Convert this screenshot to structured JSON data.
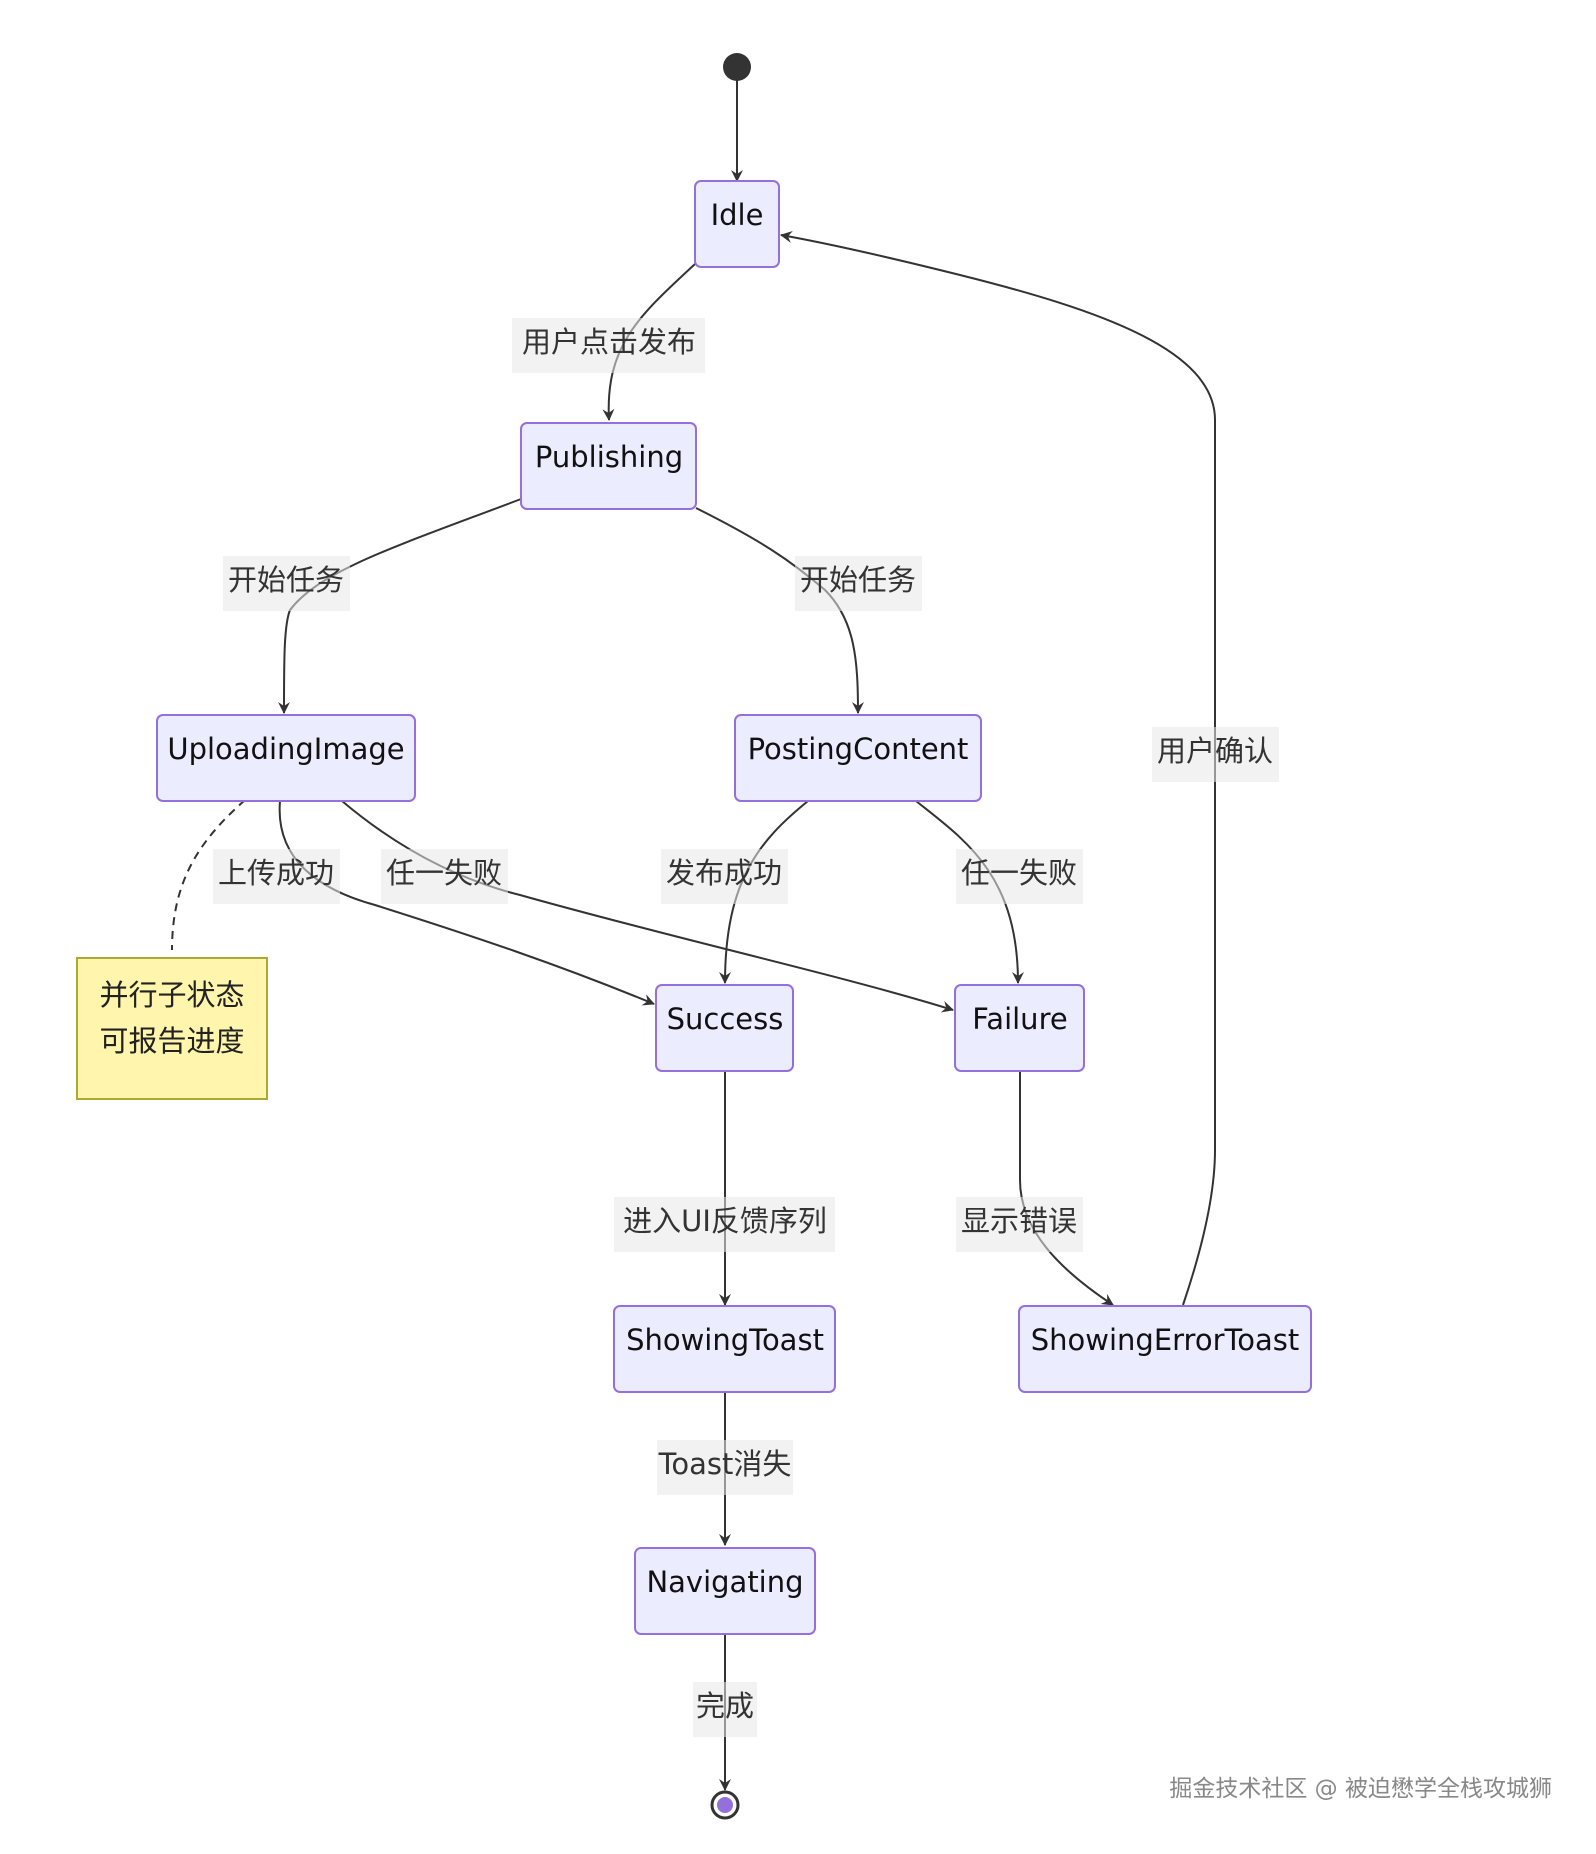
{
  "states": {
    "idle": "Idle",
    "publishing": "Publishing",
    "uploading_image": "UploadingImage",
    "posting_content": "PostingContent",
    "success": "Success",
    "failure": "Failure",
    "showing_toast": "ShowingToast",
    "showing_error_toast": "ShowingErrorToast",
    "navigating": "Navigating"
  },
  "transitions": {
    "start_to_idle": "",
    "idle_to_publishing": "用户点击发布",
    "publishing_to_uploading": "开始任务",
    "publishing_to_posting": "开始任务",
    "uploading_to_success": "上传成功",
    "uploading_to_failure": "任一失败",
    "posting_to_success": "发布成功",
    "posting_to_failure": "任一失败",
    "success_to_toast": "进入UI反馈序列",
    "failure_to_error_toast": "显示错误",
    "error_toast_to_idle": "用户确认",
    "toast_to_navigating": "Toast消失",
    "navigating_to_end": "完成"
  },
  "note": {
    "line1": "并行子状态",
    "line2": "可报告进度"
  },
  "watermark": "掘金技术社区 @ 被迫懋学全栈攻城狮",
  "colors": {
    "state_fill": "#ECECFF",
    "state_border": "#9370DB",
    "note_fill": "#FFF5AD",
    "note_border": "#AAAA33",
    "edge": "#333333",
    "end_dot": "#9370DB"
  }
}
